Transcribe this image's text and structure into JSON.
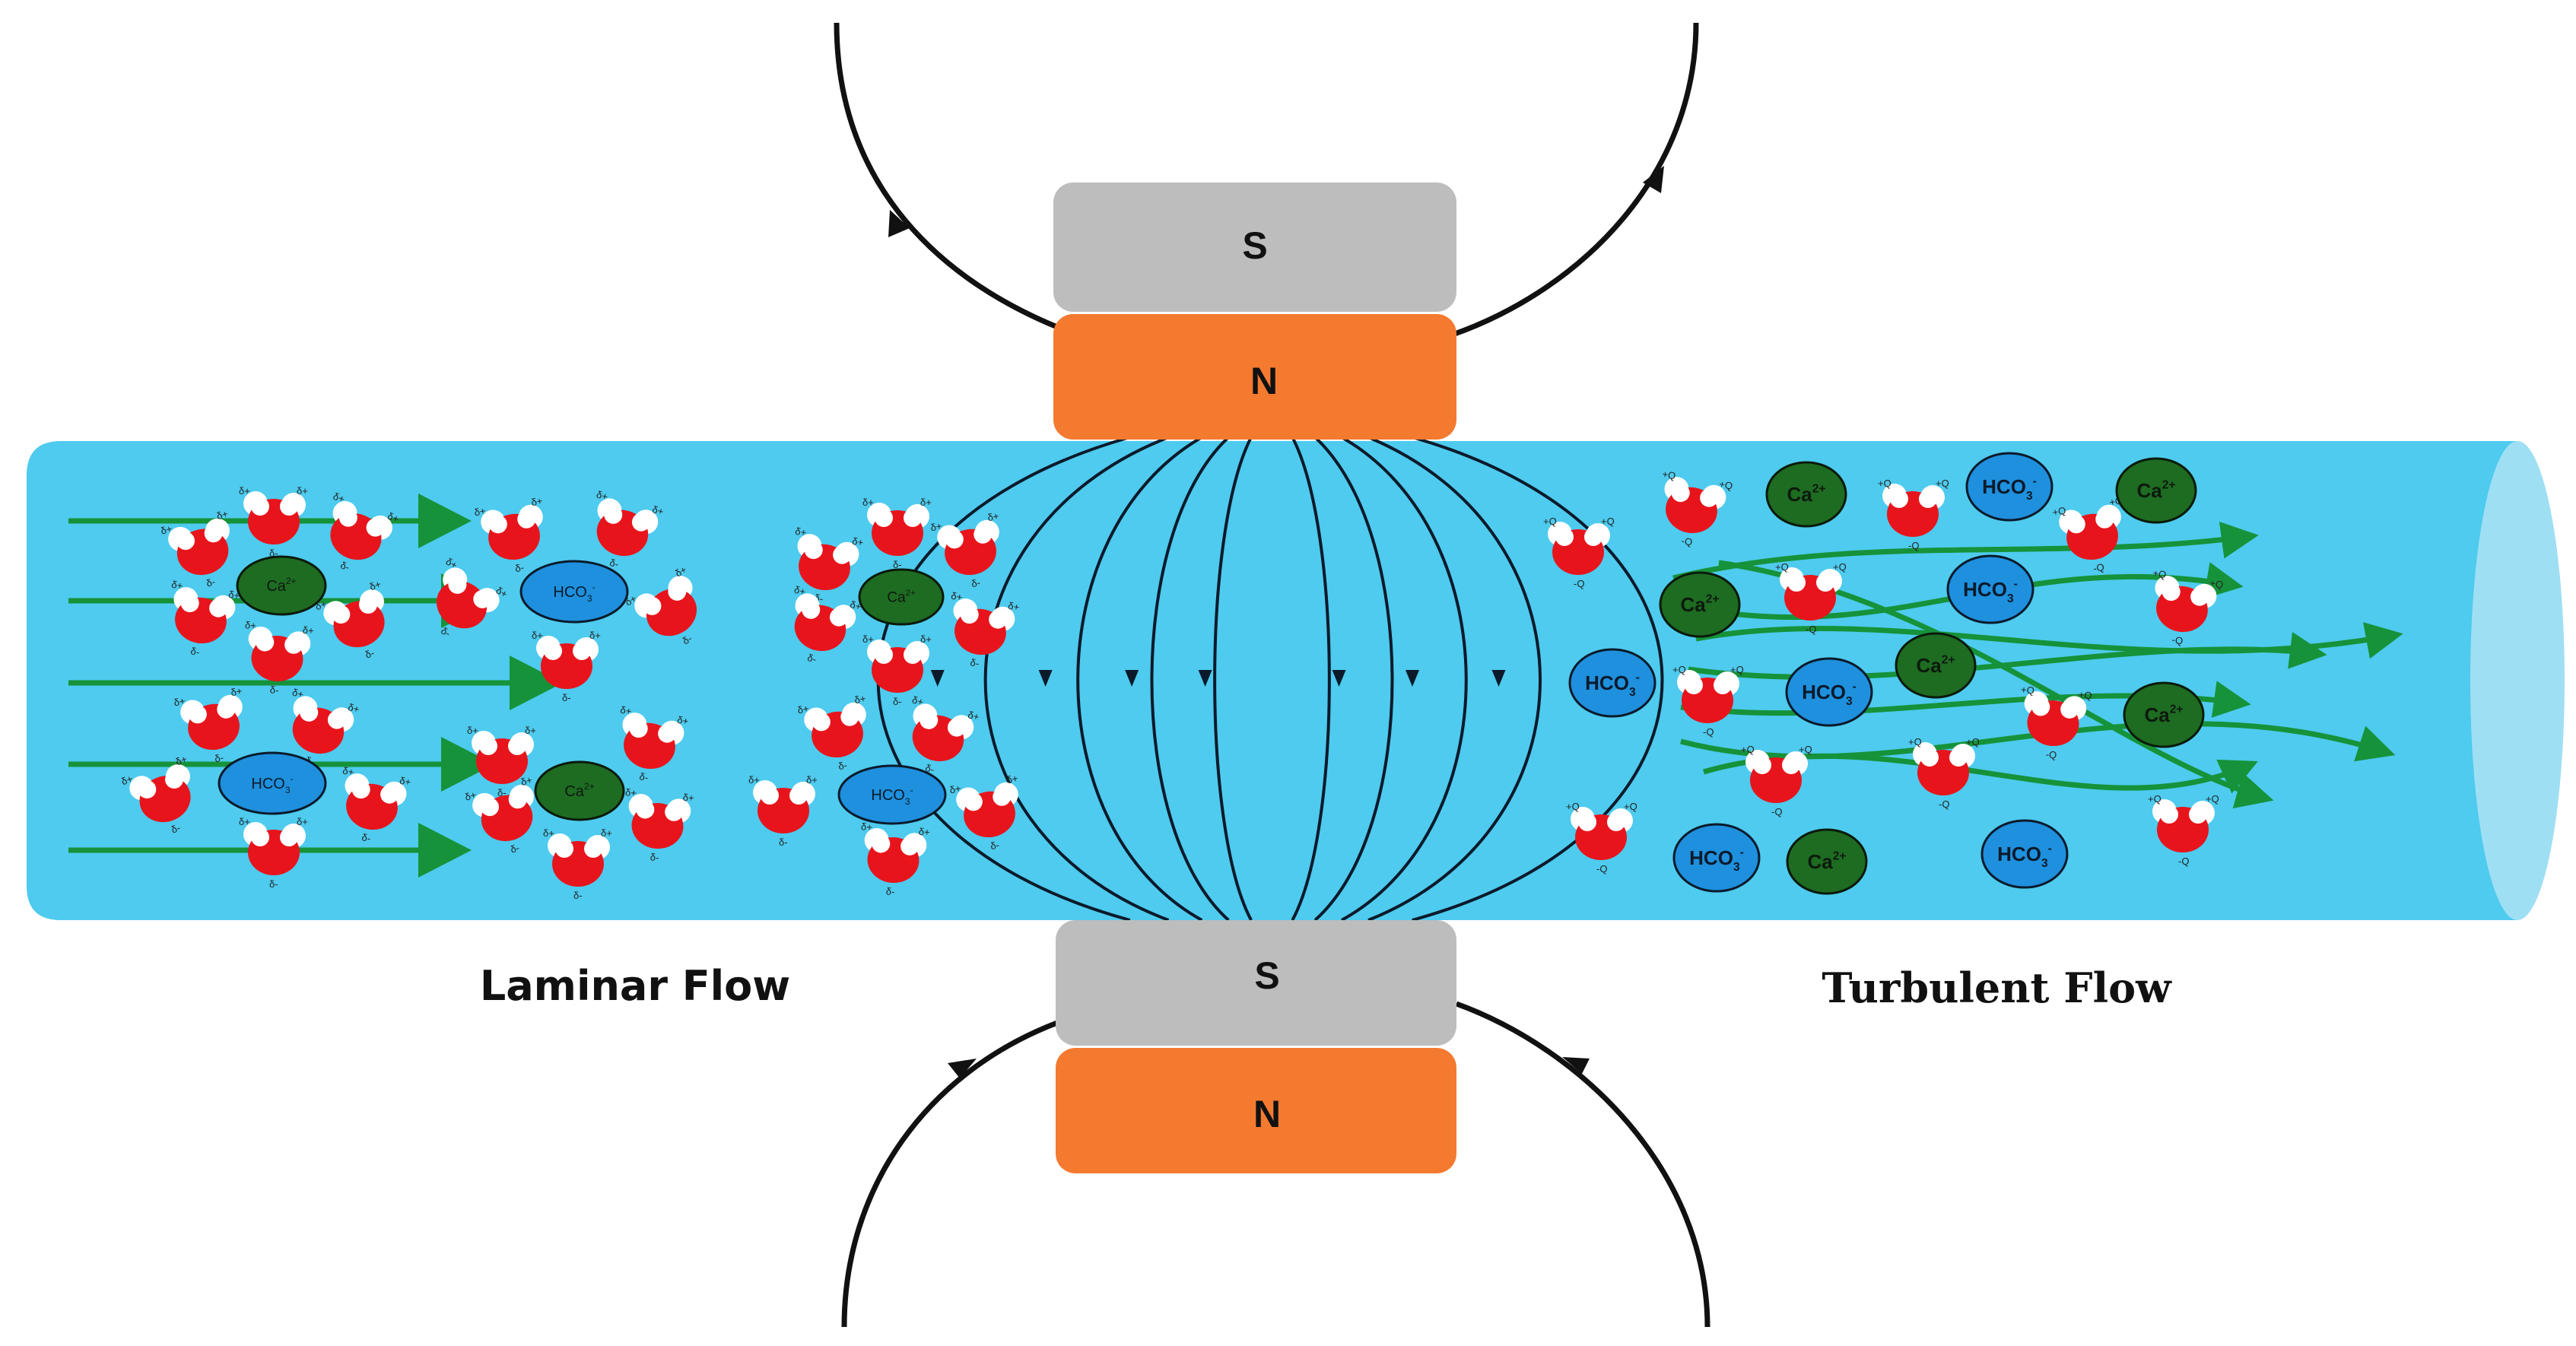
{
  "magnets": {
    "top_south_label": "S",
    "top_north_label": "N",
    "bottom_south_label": "S",
    "bottom_north_label": "N"
  },
  "labels": {
    "laminar": "Laminar Flow",
    "turbulent": "Turbulent Flow"
  },
  "ions": {
    "calcium_base": "Ca",
    "calcium_charge": "2+",
    "bicarbonate_base": "HCO",
    "bicarbonate_sub": "3",
    "bicarbonate_charge": "-"
  },
  "charges": {
    "delta_plus": "δ+",
    "delta_minus": "δ-",
    "minus": "-Q",
    "plus": "+Q"
  },
  "colors": {
    "pipe": "#4ecbee",
    "pipe_end": "#9fdff4",
    "south_pole": "#bdbdbd",
    "north_pole": "#f47a30",
    "flow_arrow": "#16923a",
    "calcium": "#1e6b22",
    "bicarbonate": "#1e90dd",
    "oxygen": "#e8141c",
    "hydrogen": "#ffffff",
    "field_line": "#0b1a2b"
  }
}
